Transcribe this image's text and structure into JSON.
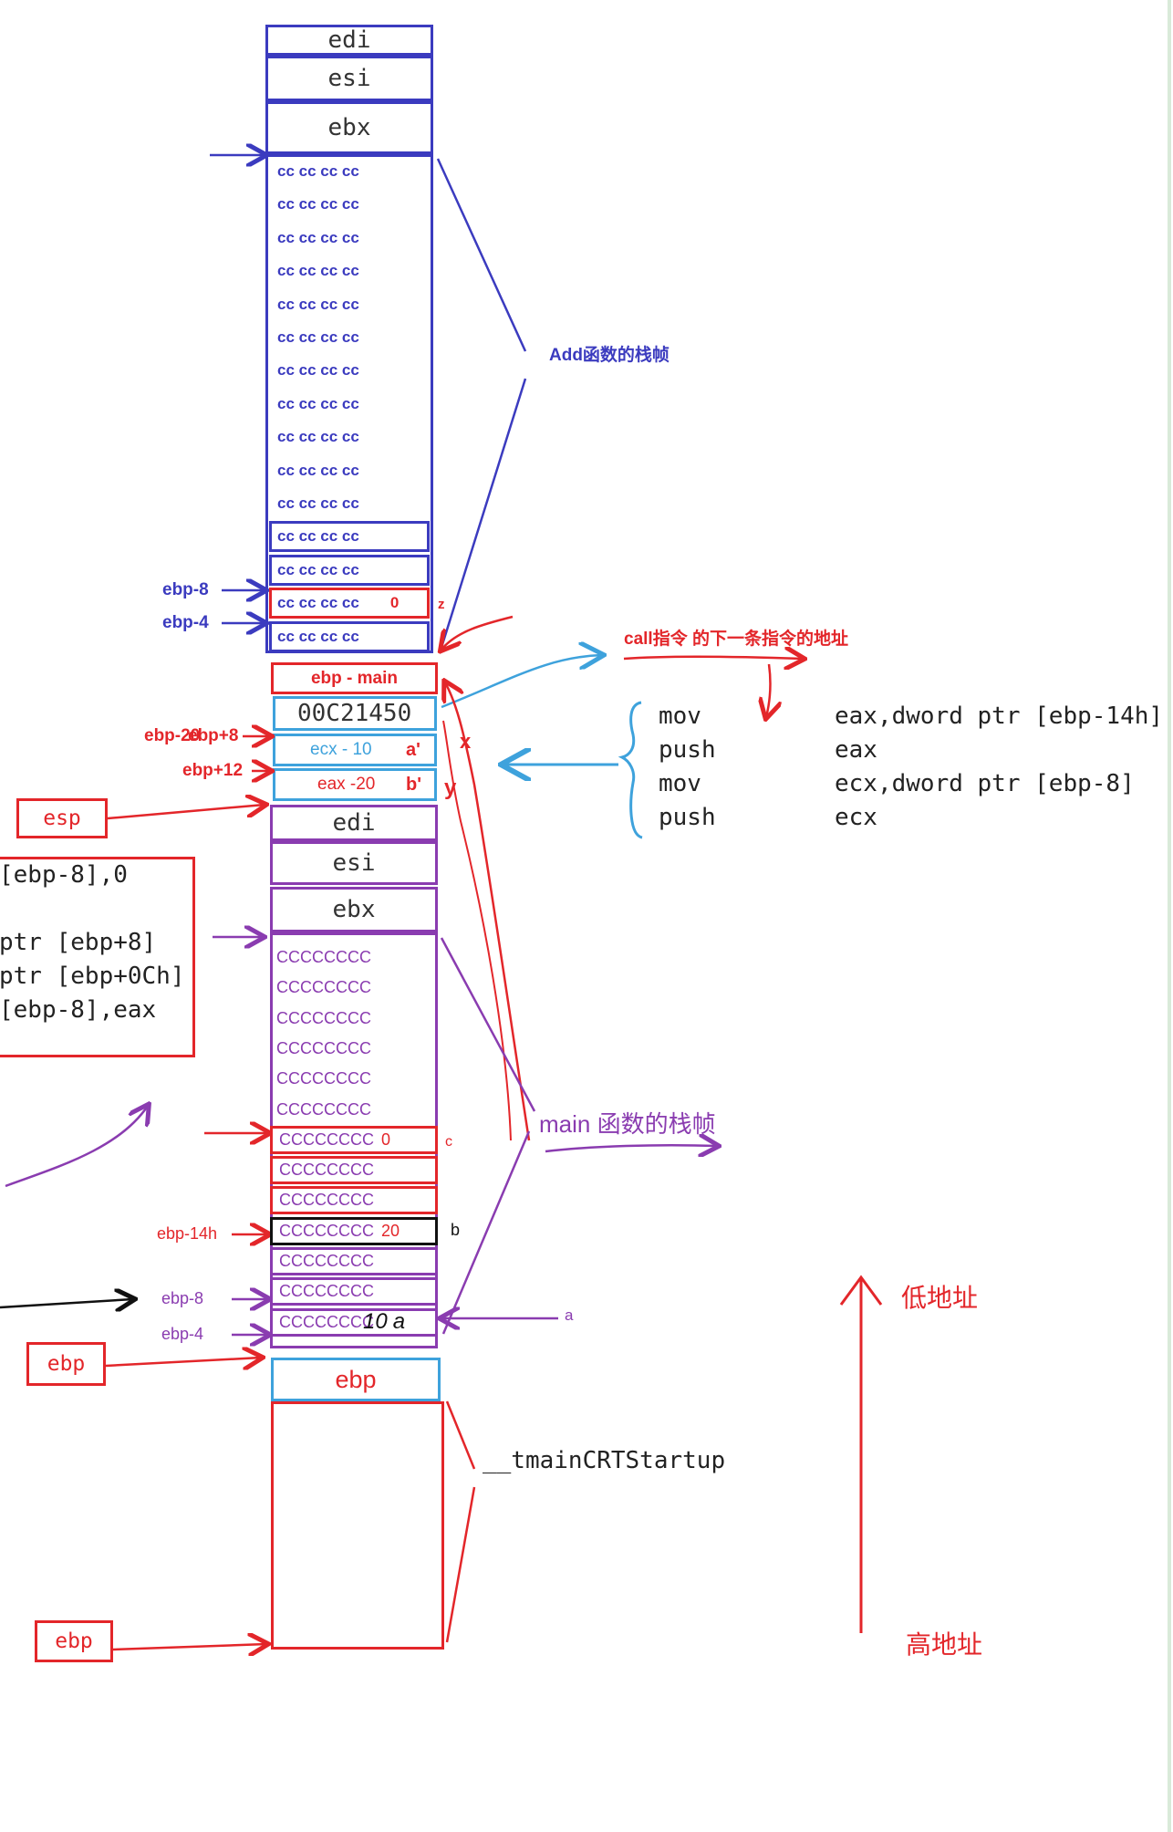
{
  "colors": {
    "blue": "#3b3bbf",
    "red": "#e3262a",
    "purple": "#8a3cb0",
    "lightblue": "#3ea2dc",
    "black": "#111111",
    "edge": "#d9ead9"
  },
  "add_frame": {
    "regs": [
      "edi",
      "esi",
      "ebx"
    ],
    "cc_rows": [
      "cc cc cc cc",
      "cc cc cc cc",
      "cc cc cc cc",
      "cc cc cc cc",
      "cc cc cc cc",
      "cc cc cc cc",
      "cc cc cc cc",
      "cc cc cc cc",
      "cc cc cc cc",
      "cc cc cc cc",
      "cc cc cc cc",
      "cc cc cc cc",
      "cc cc cc cc",
      "cc cc cc cc",
      "cc cc cc cc"
    ],
    "z_value": "0",
    "z_label": "z",
    "label": "Add函数的栈帧",
    "ebp_minus_8": "ebp-8",
    "ebp_minus_4": "ebp-4"
  },
  "call_info": {
    "ebp_main": "ebp - main",
    "return_addr": "00C21450",
    "a_prime_cell": "ecx - 10",
    "a_prime": "a'",
    "b_prime_cell": "eax -20",
    "b_prime": "b'",
    "x_label": "x",
    "y_label": "y",
    "ebp_plus_8": "ebp+8",
    "ebp_plus_12": "ebp+12",
    "ebp_20_overlap": "ebp-20",
    "call_note": "call指令 的下一条指令的地址",
    "esp": "esp"
  },
  "asm": [
    {
      "op": "mov",
      "args": "eax,dword ptr [ebp-14h]"
    },
    {
      "op": "push",
      "args": "eax"
    },
    {
      "op": "mov",
      "args": "ecx,dword ptr [ebp-8]"
    },
    {
      "op": "push",
      "args": "ecx"
    }
  ],
  "left_code": [
    "[ebp-8],0",
    "ptr [ebp+8]",
    "ptr [ebp+0Ch]",
    "[ebp-8],eax"
  ],
  "main_frame": {
    "regs": [
      "edi",
      "esi",
      "ebx"
    ],
    "cc_rows": [
      "CCCCCCCC",
      "CCCCCCCC",
      "CCCCCCCC",
      "CCCCCCCC",
      "CCCCCCCC",
      "CCCCCCCC",
      "CCCCCCCC",
      "CCCCCCCC",
      "CCCCCCCC",
      "CCCCCCCC",
      "CCCCCCCC",
      "CCCCCCCC",
      "CCCCCCCC"
    ],
    "c_value": "0",
    "c_label": "c",
    "b_value": "20",
    "b_label": "b",
    "a_value": "10",
    "a_letter": "a",
    "a_label": "a",
    "label": "main 函数的栈帧",
    "ebp_minus_14h": "ebp-14h",
    "ebp_minus_8": "ebp-8",
    "ebp_minus_4": "ebp-4",
    "ebp_cell": "ebp",
    "ebp_left": "ebp"
  },
  "bottom": {
    "caller": "__tmainCRTStartup",
    "ebp": "ebp"
  },
  "addr": {
    "low": "低地址",
    "high": "高地址"
  }
}
